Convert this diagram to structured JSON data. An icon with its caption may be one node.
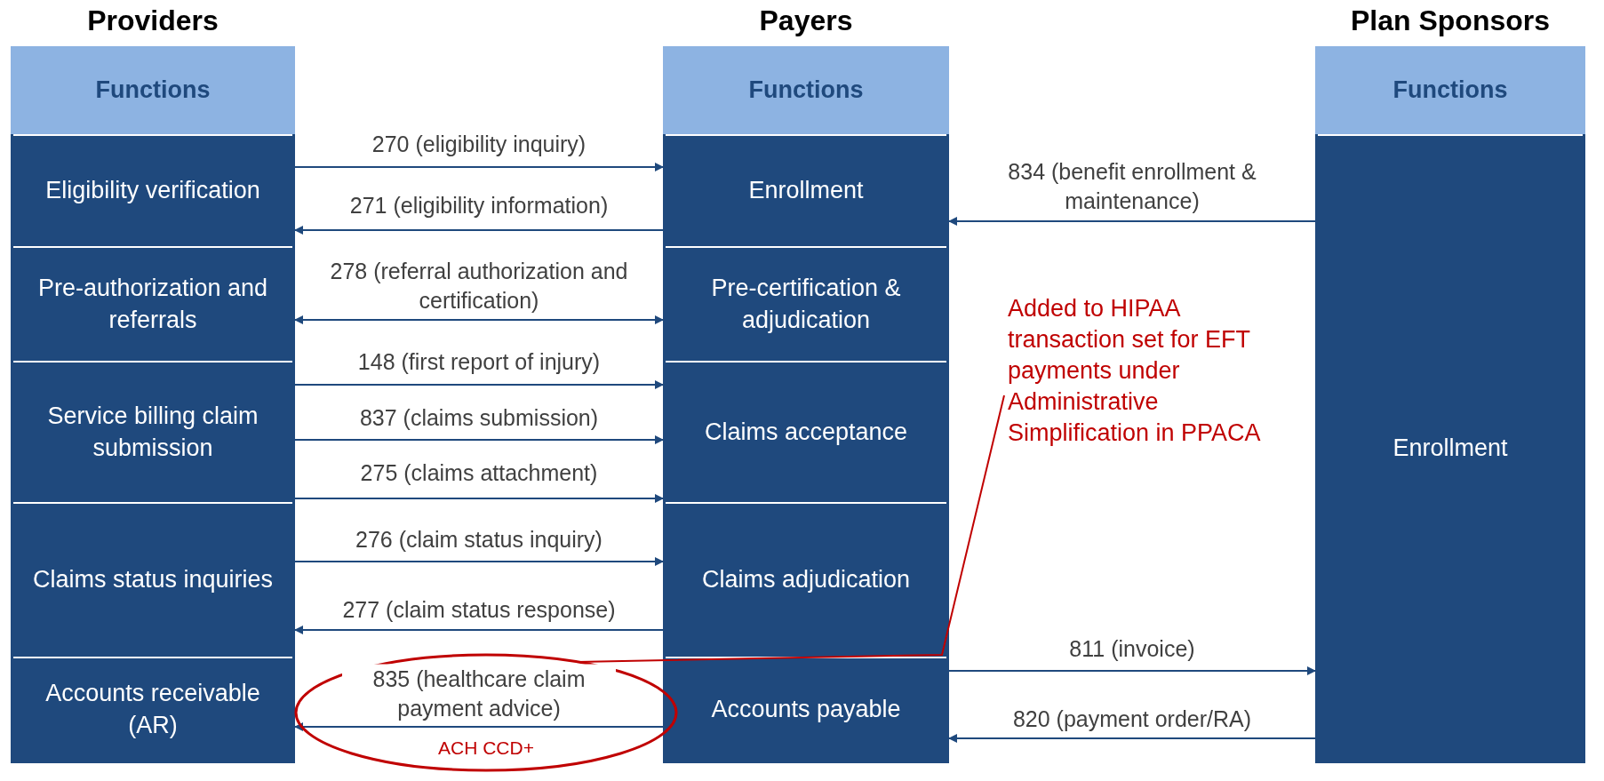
{
  "diagram": {
    "nodes": [
      {
        "text": [
          "Providers",
          "Functions"
        ]
      },
      {
        "text": [
          "Eligibility verification"
        ],
        "in": 0
      },
      {
        "text": [
          "Pre-authorization and referrals"
        ],
        "in": 0
      },
      {
        "text": [
          "Service billing claim submission"
        ],
        "in": 0
      },
      {
        "text": [
          "Claims status inquiries"
        ],
        "in": 0
      },
      {
        "text": [
          "Accounts receivable (AR)"
        ],
        "in": 0
      },
      {
        "text": [
          "Payers",
          "Functions"
        ]
      },
      {
        "text": [
          "Enrollment"
        ],
        "in": 6
      },
      {
        "text": [
          "Pre-certification & adjudication"
        ],
        "in": 6
      },
      {
        "text": [
          "Claims acceptance"
        ],
        "in": 6
      },
      {
        "text": [
          "Claims adjudication"
        ],
        "in": 6
      },
      {
        "text": [
          "Accounts payable"
        ],
        "in": 6
      },
      {
        "text": [
          "Plan Sponsors",
          "Functions"
        ]
      },
      {
        "text": [
          "Enrollment"
        ],
        "in": 12
      },
      {
        "text": [
          "Added to HIPAA transaction set for EFT payments under Administrative Simplification in PPACA"
        ]
      }
    ],
    "edges": [
      {
        "from": 1,
        "to": 7,
        "arrow": "to",
        "label": "270 (eligibility inquiry)"
      },
      {
        "from": 7,
        "to": 1,
        "arrow": "to",
        "label": "271 (eligibility information)"
      },
      {
        "from": 2,
        "to": 8,
        "arrow": "both",
        "label": "278 (referral authorization and certification)"
      },
      {
        "from": 3,
        "to": 9,
        "arrow": "to",
        "label": "148 (first report of injury)"
      },
      {
        "from": 3,
        "to": 9,
        "arrow": "to",
        "label": "837 (claims submission)"
      },
      {
        "from": 3,
        "to": 9,
        "arrow": "to",
        "label": "275 (claims attachment)"
      },
      {
        "from": 4,
        "to": 10,
        "arrow": "to",
        "label": "276 (claim status inquiry)"
      },
      {
        "from": 10,
        "to": 4,
        "arrow": "to",
        "label": "277 (claim status response)"
      },
      {
        "from": 11,
        "to": 5,
        "arrow": "to",
        "label": "835 (healthcare claim payment advice)"
      },
      {
        "from": 13,
        "to": 7,
        "arrow": "to",
        "label": "834 (benefit enrollment & maintenance)"
      },
      {
        "from": 11,
        "to": 13,
        "arrow": "to",
        "label": "811 (invoice)"
      },
      {
        "from": 13,
        "to": 11,
        "arrow": "to",
        "label": "820 (payment order/RA)"
      },
      {
        "from": 14,
        "to": null,
        "arrow": "none",
        "color": "#c00000"
      }
    ],
    "labels": [
      "ACH CCD+"
    ]
  }
}
